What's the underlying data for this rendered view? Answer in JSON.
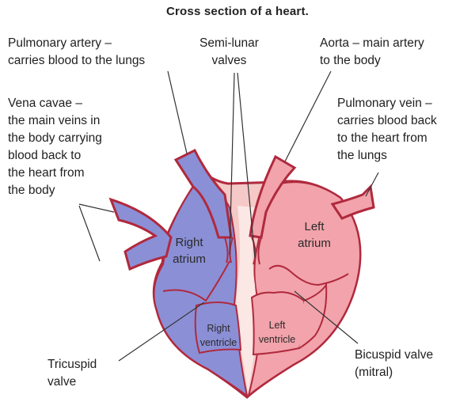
{
  "title": "Cross section of a heart.",
  "labels": {
    "pulmonary_artery": "Pulmonary artery –\ncarries blood to the lungs",
    "semilunar": "Semi-lunar\nvalves",
    "aorta": "Aorta – main artery\nto the body",
    "vena_cavae": "Vena cavae –\nthe main veins in\nthe body carrying\nblood back to\nthe heart from\nthe body",
    "pulmonary_vein": "Pulmonary vein –\ncarries blood back\nto the heart from\nthe lungs",
    "tricuspid": "Tricuspid\nvalve",
    "bicuspid": "Bicuspid valve\n(mitral)"
  },
  "chambers": {
    "right_atrium": "Right\natrium",
    "left_atrium": "Left\natrium",
    "right_ventricle": "Right\nventricle",
    "left_ventricle": "Left\nventricle"
  },
  "colors": {
    "deoxygenated": "#8b8fd6",
    "oxygenated": "#f2a3ab",
    "outline": "#b0293d",
    "leader": "#333333"
  }
}
